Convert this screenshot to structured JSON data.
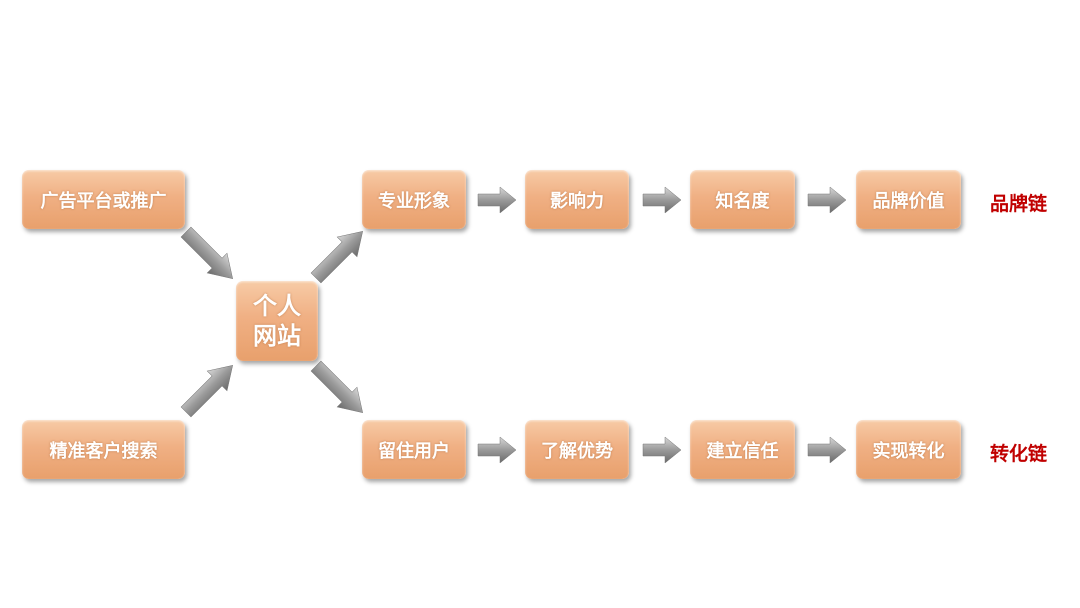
{
  "sources": [
    "广告平台或推广",
    "精准客户搜索"
  ],
  "center": {
    "line1": "个人",
    "line2": "网站"
  },
  "brand_chain": {
    "steps": [
      "专业形象",
      "影响力",
      "知名度",
      "品牌价值"
    ],
    "label": "品牌链"
  },
  "conversion_chain": {
    "steps": [
      "留住用户",
      "了解优势",
      "建立信任",
      "实现转化"
    ],
    "label": "转化链"
  },
  "colors": {
    "box": "#f0b084",
    "arrow": "#8a8a8a",
    "label": "#c00000"
  }
}
